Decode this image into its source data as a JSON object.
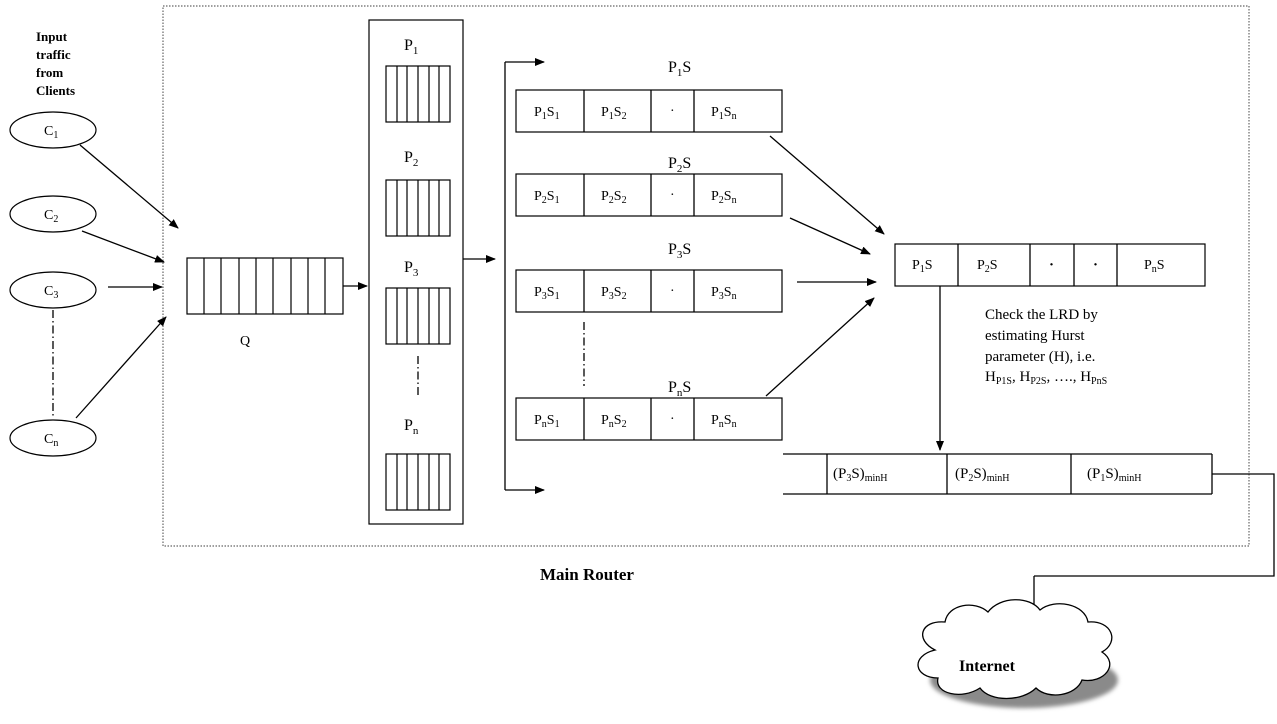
{
  "input_label": [
    "Input",
    "traffic",
    "from",
    "Clients"
  ],
  "clients": [
    {
      "base": "C",
      "sub": "1"
    },
    {
      "base": "C",
      "sub": "2"
    },
    {
      "base": "C",
      "sub": "3"
    },
    {
      "base": "C",
      "sub": "n"
    }
  ],
  "queue_label": "Q",
  "partitions": [
    {
      "base": "P",
      "sub": "1"
    },
    {
      "base": "P",
      "sub": "2"
    },
    {
      "base": "P",
      "sub": "3"
    },
    {
      "base": "P",
      "sub": "n"
    }
  ],
  "subsets": [
    {
      "title": {
        "base": "P",
        "sub": "1",
        "tail": "S"
      },
      "cells": [
        {
          "a": "P",
          "s1": "1",
          "b": "S",
          "s2": "1"
        },
        {
          "a": "P",
          "s1": "1",
          "b": "S",
          "s2": "2"
        },
        {
          "dot": "·"
        },
        {
          "a": "P",
          "s1": "1",
          "b": "S",
          "s2": "n"
        }
      ]
    },
    {
      "title": {
        "base": "P",
        "sub": "2",
        "tail": "S"
      },
      "cells": [
        {
          "a": "P",
          "s1": "2",
          "b": "S",
          "s2": "1"
        },
        {
          "a": "P",
          "s1": "2",
          "b": "S",
          "s2": "2"
        },
        {
          "dot": "·"
        },
        {
          "a": "P",
          "s1": "2",
          "b": "S",
          "s2": "n"
        }
      ]
    },
    {
      "title": {
        "base": "P",
        "sub": "3",
        "tail": "S"
      },
      "cells": [
        {
          "a": "P",
          "s1": "3",
          "b": "S",
          "s2": "1"
        },
        {
          "a": "P",
          "s1": "3",
          "b": "S",
          "s2": "2"
        },
        {
          "dot": "·"
        },
        {
          "a": "P",
          "s1": "3",
          "b": "S",
          "s2": "n"
        }
      ]
    },
    {
      "title": {
        "base": "P",
        "sub": "n",
        "tail": "S"
      },
      "cells": [
        {
          "a": "P",
          "s1": "n",
          "b": "S",
          "s2": "1"
        },
        {
          "a": "P",
          "s1": "n",
          "b": "S",
          "s2": "2"
        },
        {
          "dot": "·"
        },
        {
          "a": "P",
          "s1": "n",
          "b": "S",
          "s2": "n"
        }
      ]
    }
  ],
  "combined": [
    {
      "a": "P",
      "s": "1",
      "b": "S"
    },
    {
      "a": "P",
      "s": "2",
      "b": "S"
    },
    {
      "dot": "·"
    },
    {
      "dot": "·"
    },
    {
      "a": "P",
      "s": "n",
      "b": "S"
    }
  ],
  "lrd_note": [
    "Check the LRD by",
    "estimating Hurst",
    "parameter (H), i.e."
  ],
  "hurst_line": {
    "h1": "H",
    "s1": "P1S",
    "h2": "H",
    "s2": "P2S",
    "mid": ", …., ",
    "h3": "H",
    "s3": "PnS"
  },
  "output_queue": [
    {
      "pre": "(P",
      "s": "3",
      "post": "S)",
      "sub": "minH"
    },
    {
      "pre": "(P",
      "s": "2",
      "post": "S)",
      "sub": "minH"
    },
    {
      "pre": "(P",
      "s": "1",
      "post": "S)",
      "sub": "minH"
    }
  ],
  "router_label": "Main Router",
  "internet_label": "Internet"
}
